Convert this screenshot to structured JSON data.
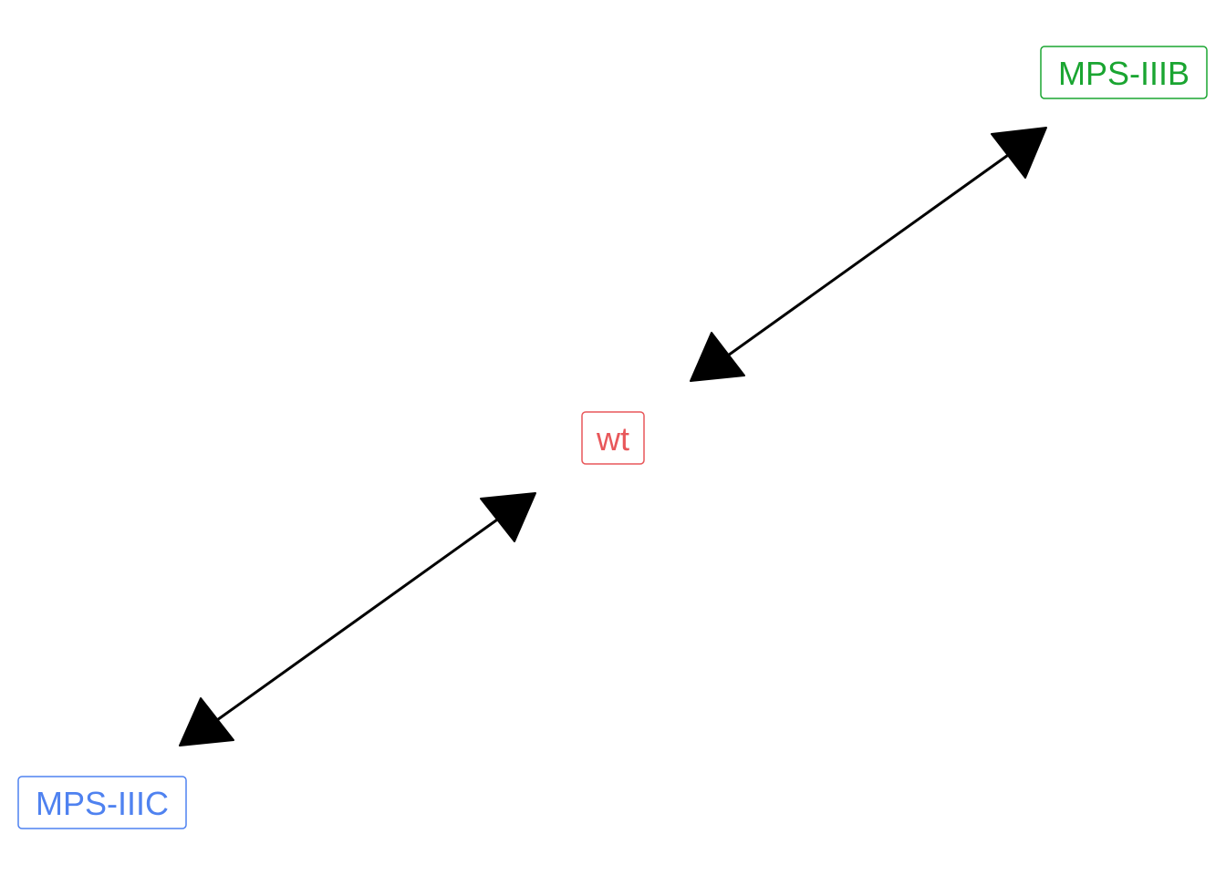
{
  "nodes": [
    {
      "id": "wt",
      "label": "wt",
      "color": "#e8575a"
    },
    {
      "id": "mps-iiib",
      "label": "MPS-IIIB",
      "color": "#1aa531"
    },
    {
      "id": "mps-iiic",
      "label": "MPS-IIIC",
      "color": "#4f82f0"
    }
  ],
  "edges": [
    {
      "from": "mps-iiib",
      "to": "wt",
      "direction": "both"
    },
    {
      "from": "wt",
      "to": "mps-iiic",
      "direction": "both"
    }
  ],
  "edge_color": "#000000"
}
